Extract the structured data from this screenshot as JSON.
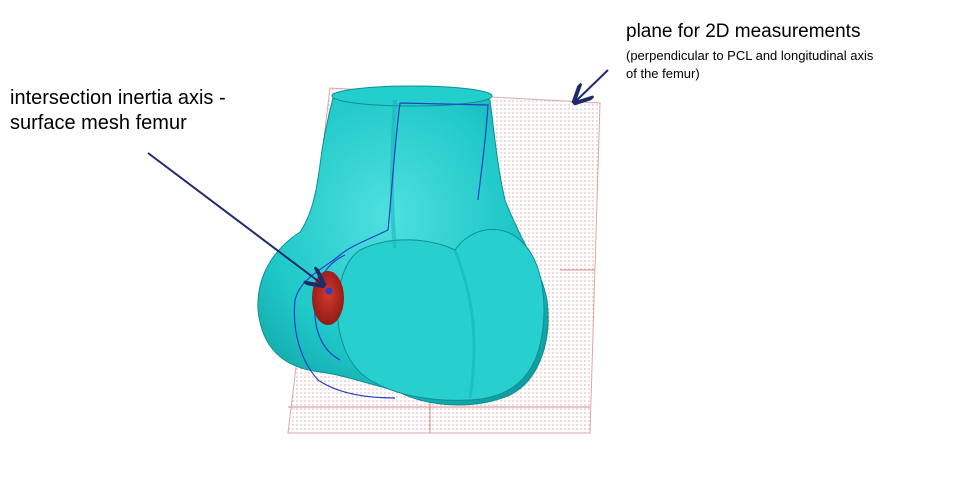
{
  "annotations": {
    "left_label": {
      "line1": "intersection inertia axis -",
      "line2": "surface mesh femur"
    },
    "right_label": {
      "title": "plane for 2D measurements",
      "note_line1": "(perpendicular to PCL and longitudinal axis",
      "note_line2": "of the femur)"
    }
  },
  "colors": {
    "bone": "#1fc8c8",
    "bone_dark": "#0a8f92",
    "marker": "#b3201c",
    "contour": "#2a3fc8",
    "plane_grid": "#c98484",
    "arrow": "#1d2a6b"
  }
}
